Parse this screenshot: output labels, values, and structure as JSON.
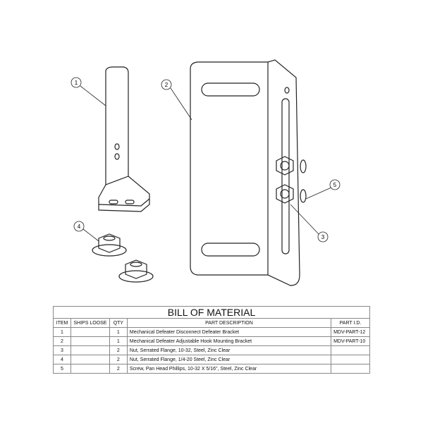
{
  "balloons": [
    "1",
    "2",
    "3",
    "4",
    "5"
  ],
  "bom": {
    "title": "BILL OF MATERIAL",
    "headers": [
      "ITEM",
      "SHIPS LOOSE",
      "QTY",
      "PART DESCRIPTION",
      "PART I.D."
    ],
    "rows": [
      {
        "item": "1",
        "ships_loose": "",
        "qty": "1",
        "description": "Mechanical Defeater Disconnect Defeater Bracket",
        "part_id": "MDV-PART-12"
      },
      {
        "item": "2",
        "ships_loose": "",
        "qty": "1",
        "description": "Mechanical Defeater Adjustable Hook Mounting Bracket",
        "part_id": "MDV-PART-10"
      },
      {
        "item": "3",
        "ships_loose": "",
        "qty": "2",
        "description": "Nut, Serrated Flange, 10-32, Steel, Zinc Clear",
        "part_id": ""
      },
      {
        "item": "4",
        "ships_loose": "",
        "qty": "2",
        "description": "Nut, Serrated Flange, 1/4-20 Steel, Zinc Clear",
        "part_id": ""
      },
      {
        "item": "5",
        "ships_loose": "",
        "qty": "2",
        "description": "Screw, Pan Head Phillips, 10-32 X 5/16\", Steel, Zinc Clear",
        "part_id": ""
      }
    ]
  }
}
